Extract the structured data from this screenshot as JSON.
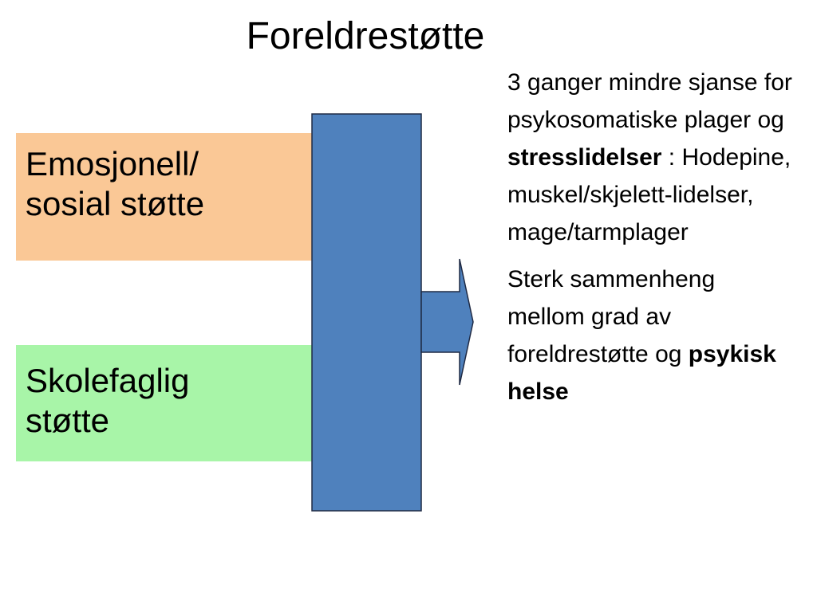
{
  "title": "Foreldrestøtte",
  "boxes": {
    "emotional": {
      "label": "Emosjonell/\nsosial  støtte",
      "color": "#fac896"
    },
    "school": {
      "label": "Skolefaglig\nstøtte",
      "color": "#a8f5a8"
    }
  },
  "colors": {
    "bar_fill": "#4f81bd",
    "bar_stroke": "#1f2a44"
  },
  "outcome": {
    "p1_a": "3 ganger mindre sjanse for psykosomatiske plager og ",
    "p1_bold": "stresslidelser",
    "p1_b": " : Hodepine, muskel/skjelett-lidelser, mage/tarmplager",
    "p2_a": "Sterk sammenheng mellom grad av foreldrestøtte og ",
    "p2_bold": "psykisk helse"
  }
}
